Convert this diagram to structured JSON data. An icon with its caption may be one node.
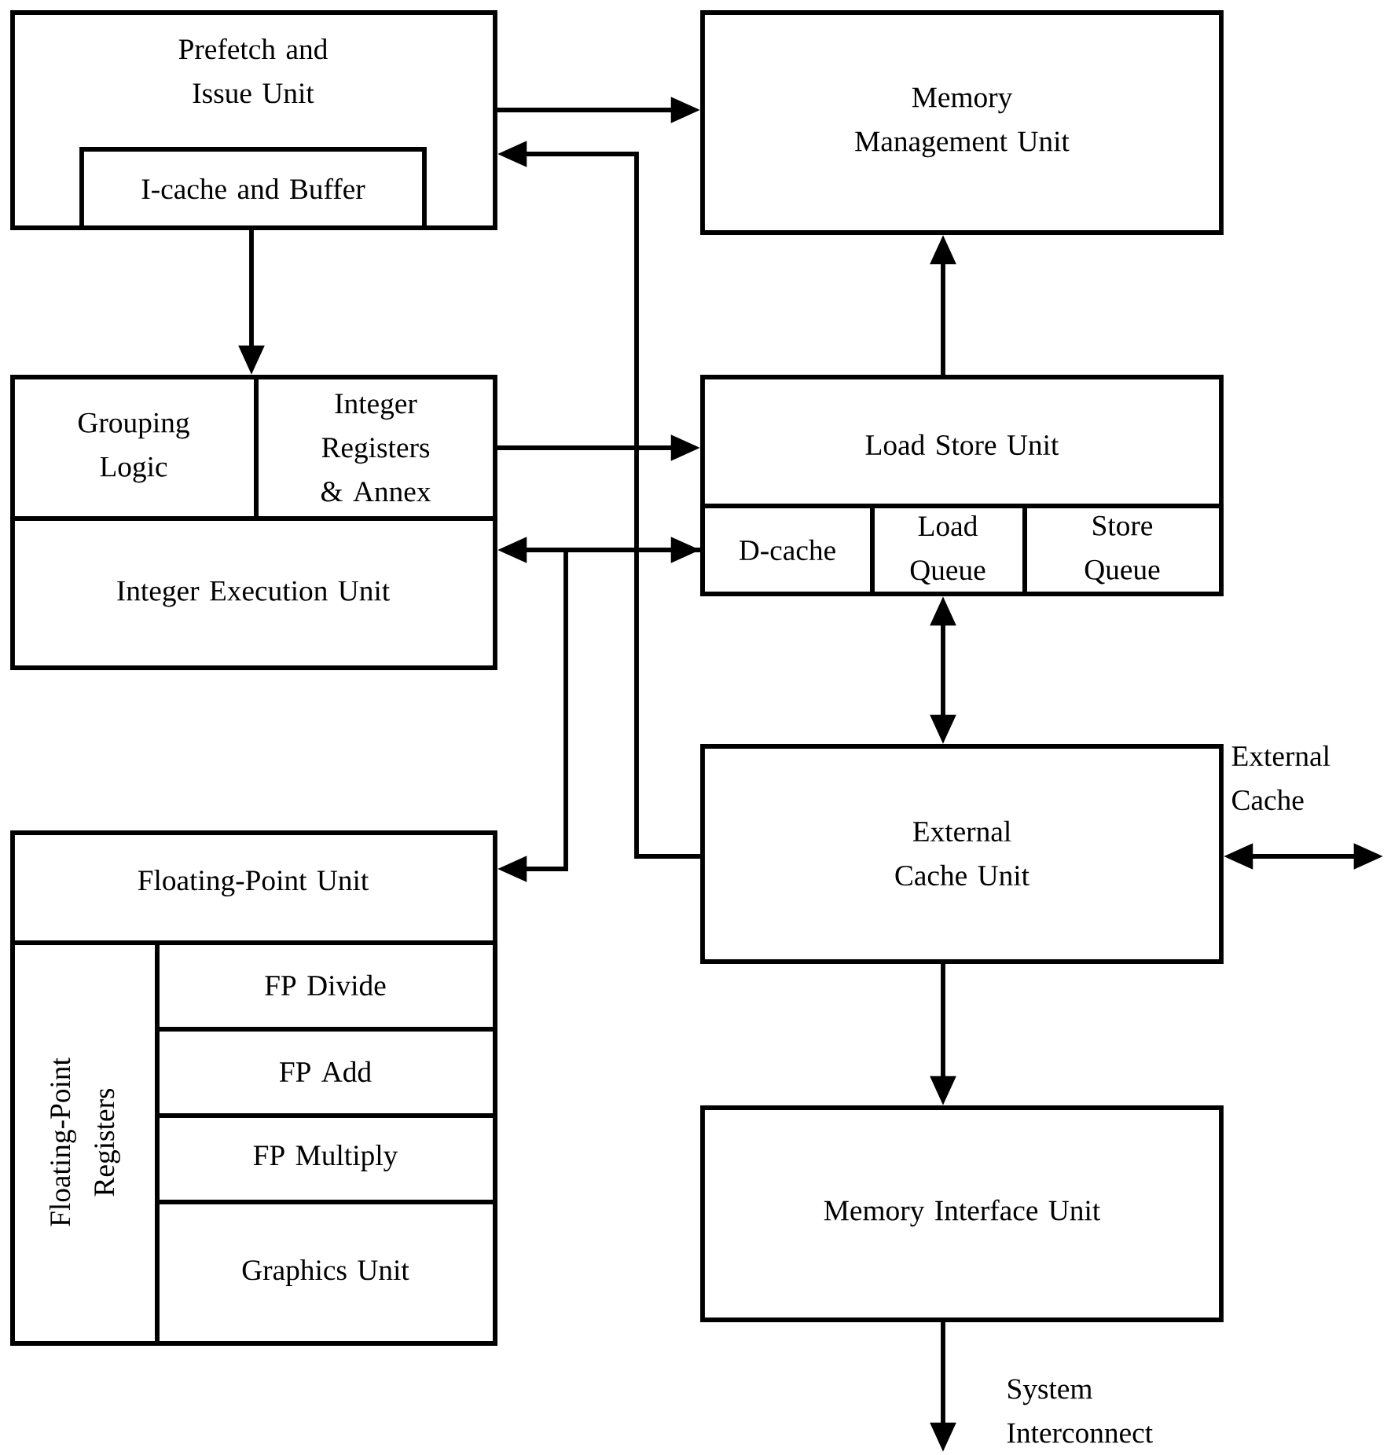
{
  "diagram": {
    "nodes": [
      {
        "text": [
          "Prefetch and Issue Unit"
        ]
      },
      {
        "text": [
          "I-cache and Buffer"
        ],
        "in": 0
      },
      {
        "text": [
          "Memory Management Unit"
        ]
      },
      {
        "text": [
          "Grouping Logic"
        ]
      },
      {
        "text": [
          "Integer Registers & Annex"
        ]
      },
      {
        "text": [
          "Integer Execution Unit"
        ]
      },
      {
        "text": [
          "Load Store Unit"
        ]
      },
      {
        "text": [
          "D-cache"
        ],
        "in": 6
      },
      {
        "text": [
          "Load Queue"
        ],
        "in": 6
      },
      {
        "text": [
          "Store Queue"
        ],
        "in": 6
      },
      {
        "text": [
          "External Cache Unit"
        ]
      },
      {
        "text": [
          "Floating-Point Unit"
        ]
      },
      {
        "text": [
          "Floating-Point Registers"
        ],
        "in": 11
      },
      {
        "text": [
          "FP Divide"
        ],
        "in": 11
      },
      {
        "text": [
          "FP Add"
        ],
        "in": 11
      },
      {
        "text": [
          "FP Multiply"
        ],
        "in": 11
      },
      {
        "text": [
          "Graphics Unit"
        ],
        "in": 11
      },
      {
        "text": [
          "Memory Interface Unit"
        ]
      }
    ],
    "edges": [
      {
        "from": 0,
        "to": 2,
        "arrow": "to"
      },
      {
        "from": 10,
        "to": 0,
        "arrow": "to"
      },
      {
        "from": 1,
        "to": 3,
        "arrow": "to"
      },
      {
        "from": 4,
        "to": 6,
        "arrow": "to"
      },
      {
        "from": 5,
        "to": 7,
        "arrow": "both"
      },
      {
        "from": 7,
        "to": 11,
        "arrow": "to"
      },
      {
        "from": 6,
        "to": 2,
        "arrow": "to"
      },
      {
        "from": 8,
        "to": 10,
        "arrow": "both"
      },
      {
        "from": 10,
        "to": 17,
        "arrow": "to"
      },
      {
        "from": 10,
        "to": null,
        "arrow": "both"
      },
      {
        "from": 17,
        "to": null,
        "arrow": "to"
      }
    ],
    "labels": [
      "External Cache",
      "System Interconnect"
    ]
  }
}
